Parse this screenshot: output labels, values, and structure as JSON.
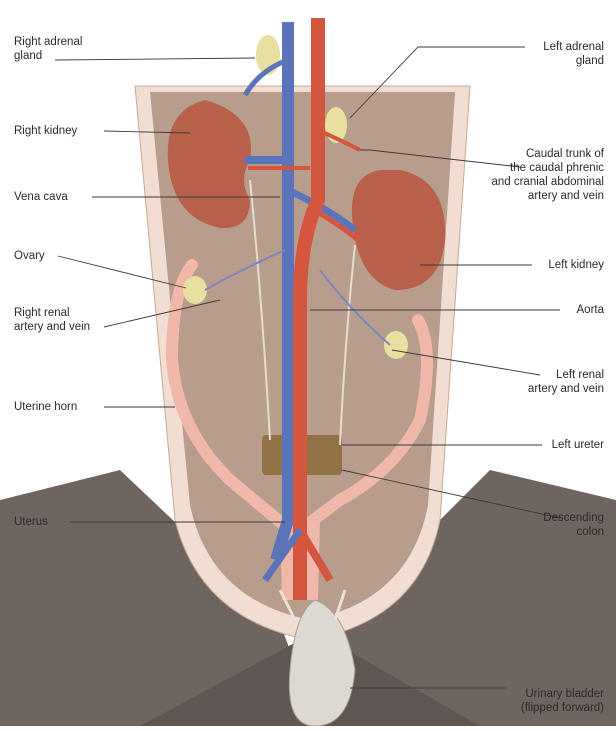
{
  "labels": {
    "right_adrenal_gland": "Right adrenal\ngland",
    "right_kidney": "Right kidney",
    "vena_cava": "Vena cava",
    "ovary": "Ovary",
    "right_renal_artery_vein": "Right renal\nartery and vein",
    "uterine_horn": "Uterine horn",
    "uterus": "Uterus",
    "left_adrenal_gland": "Left adrenal\ngland",
    "caudal_trunk": "Caudal trunk of\nthe caudal phrenic\nand cranial abdominal\nartery and vein",
    "left_kidney": "Left kidney",
    "aorta": "Aorta",
    "left_renal_artery_vein": "Left renal\nartery and vein",
    "left_ureter": "Left ureter",
    "descending_colon": "Descending\ncolon",
    "urinary_bladder": "Urinary bladder\n(flipped forward)"
  },
  "colors": {
    "artery": "#d4563f",
    "vein": "#5b73b8",
    "kidney": "#b8604a",
    "cavity": "#b89d8c",
    "body_wall": "#f2ddd2",
    "skin": "#6e6560",
    "uterus": "#f0b8a8",
    "adrenal": "#e8e0a0",
    "bladder": "#ddd8d0",
    "colon": "#8a6a3a"
  }
}
